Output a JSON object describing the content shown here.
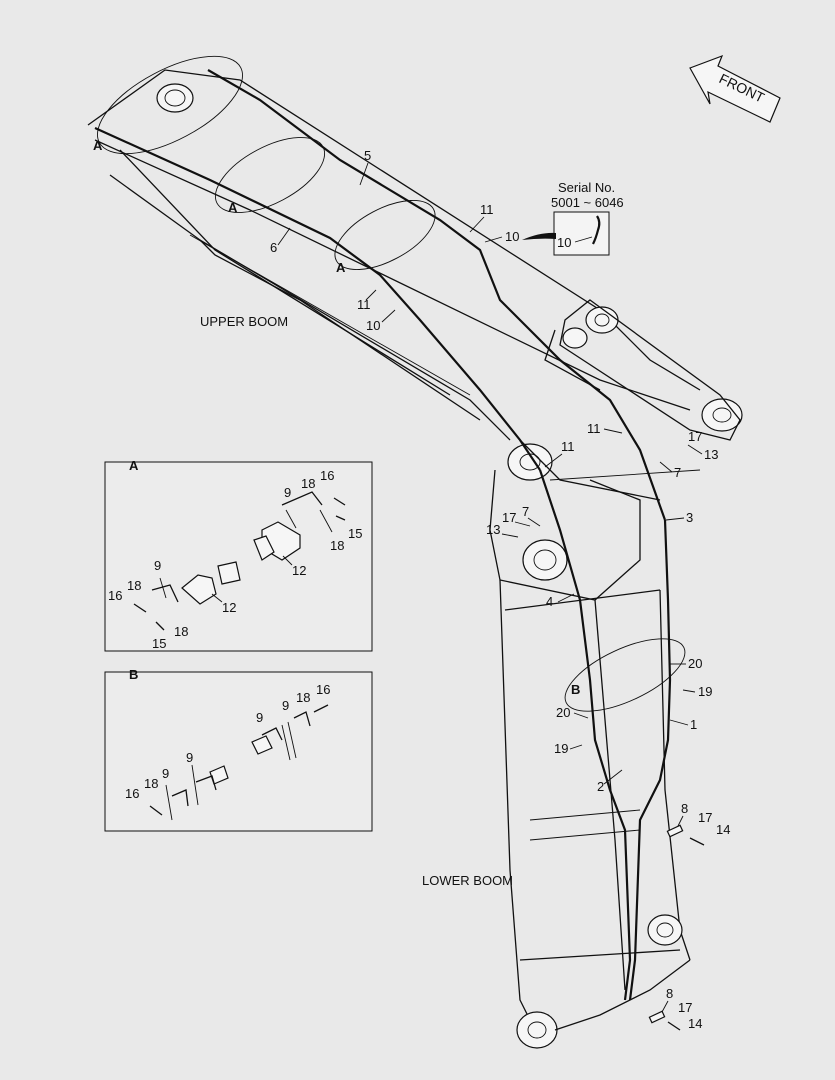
{
  "front_label": "FRONT",
  "serial": {
    "title": "Serial No.",
    "range": "5001 ~ 6046",
    "part": "10"
  },
  "section_labels": {
    "upper_boom": "UPPER BOOM",
    "lower_boom": "LOWER BOOM"
  },
  "detail_a": {
    "title": "A"
  },
  "detail_b": {
    "title": "B"
  },
  "detail_refs": {
    "a1": "A",
    "a2": "A",
    "a3": "A",
    "b": "B"
  },
  "callouts": {
    "c5": "5",
    "c6": "6",
    "c11a": "11",
    "c10a": "10",
    "c11b": "11",
    "c10b": "10",
    "c11c": "11",
    "c11d": "11",
    "c7a": "7",
    "c13a": "13",
    "c17a": "17",
    "c17b": "17",
    "c7b": "7",
    "c13b": "13",
    "c3": "3",
    "c4": "4",
    "c20a": "20",
    "c19a": "19",
    "c20b": "20",
    "c19b": "19",
    "c1": "1",
    "c2": "2",
    "c8a": "8",
    "c17c": "17",
    "c14a": "14",
    "c8b": "8",
    "c17d": "17",
    "c14b": "14"
  },
  "detail_a_callouts": {
    "d9a": "9",
    "d18a": "18",
    "d16a": "16",
    "d15a": "15",
    "d18b": "18",
    "d12a": "12",
    "d9b": "9",
    "d18c": "18",
    "d16b": "16",
    "d15b": "15",
    "d18d": "18",
    "d12b": "12"
  },
  "detail_b_callouts": {
    "e9a": "9",
    "e9b": "9",
    "e18a": "18",
    "e16a": "16",
    "e9c": "9",
    "e9d": "9",
    "e18b": "18",
    "e16b": "16"
  }
}
